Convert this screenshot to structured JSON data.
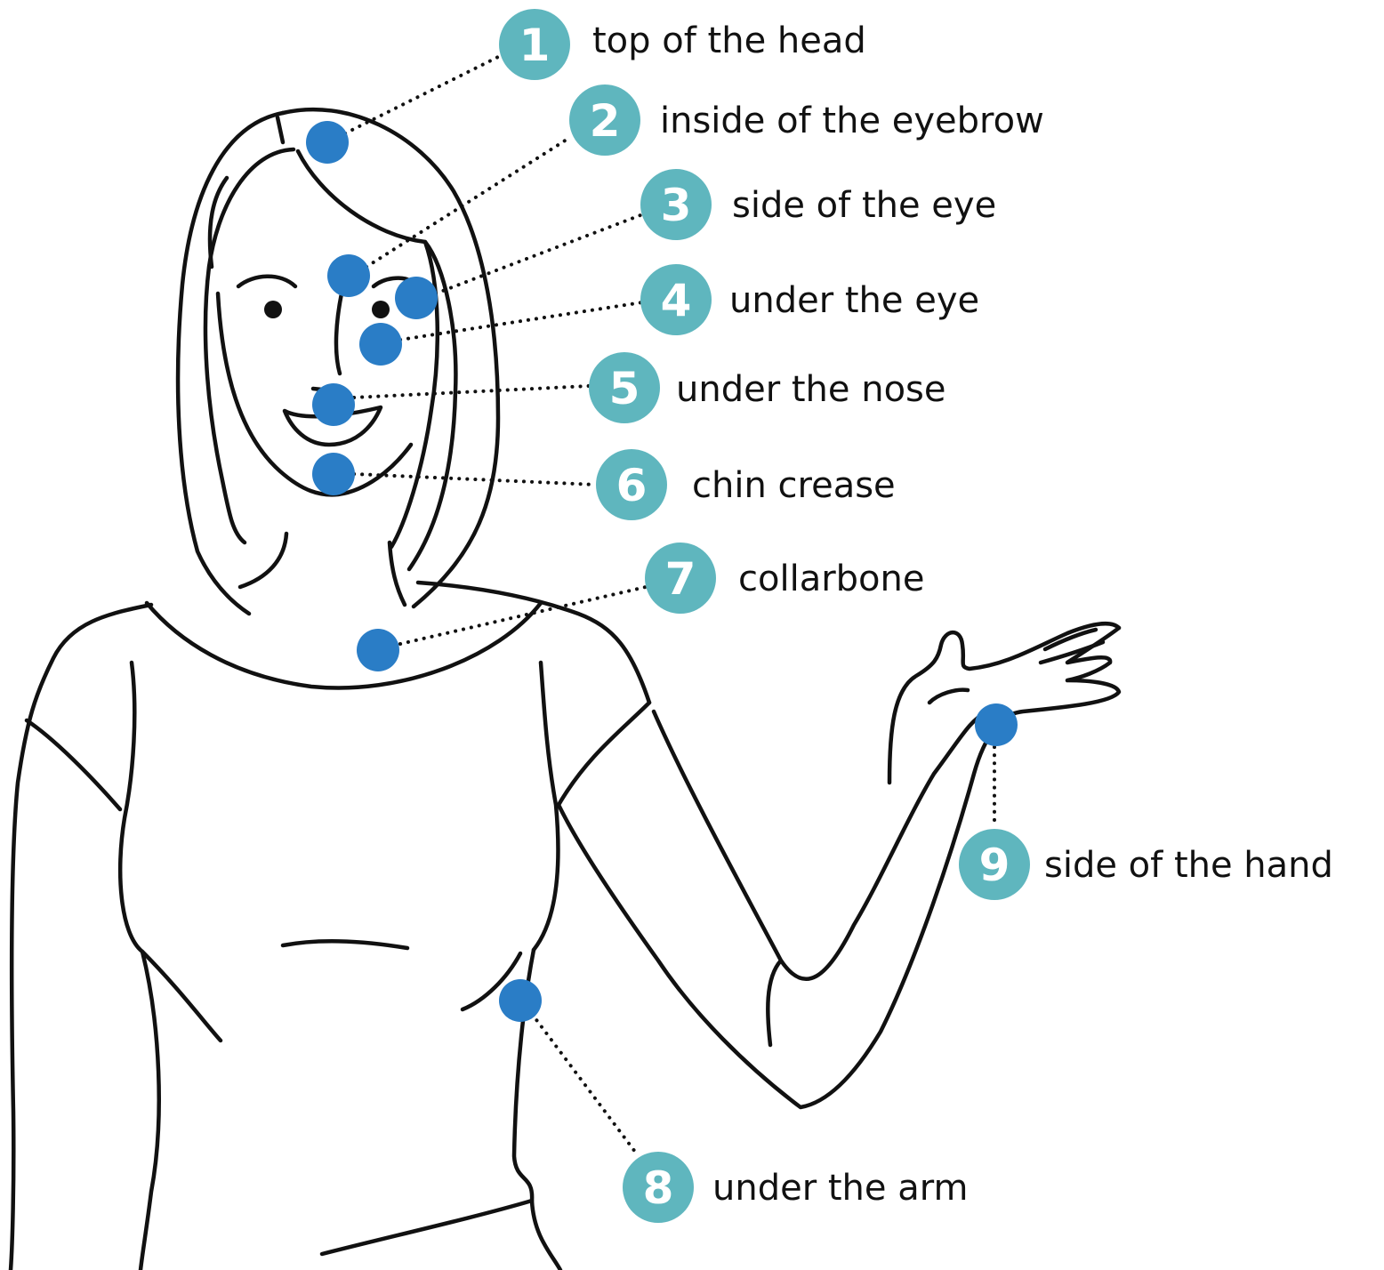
{
  "colors": {
    "badge": "#5fb6be",
    "point": "#2a7dc6",
    "ink": "#111111",
    "badge_text": "#ffffff"
  },
  "points": [
    {
      "id": "top-of-head",
      "number": "1",
      "label": "top of the head"
    },
    {
      "id": "inside-of-eyebrow",
      "number": "2",
      "label": "inside of the eyebrow"
    },
    {
      "id": "side-of-eye",
      "number": "3",
      "label": "side of the eye"
    },
    {
      "id": "under-eye",
      "number": "4",
      "label": "under the eye"
    },
    {
      "id": "under-nose",
      "number": "5",
      "label": "under the nose"
    },
    {
      "id": "chin-crease",
      "number": "6",
      "label": "chin crease"
    },
    {
      "id": "collarbone",
      "number": "7",
      "label": "collarbone"
    },
    {
      "id": "under-arm",
      "number": "8",
      "label": "under the arm"
    },
    {
      "id": "side-of-hand",
      "number": "9",
      "label": "side of the hand"
    }
  ]
}
